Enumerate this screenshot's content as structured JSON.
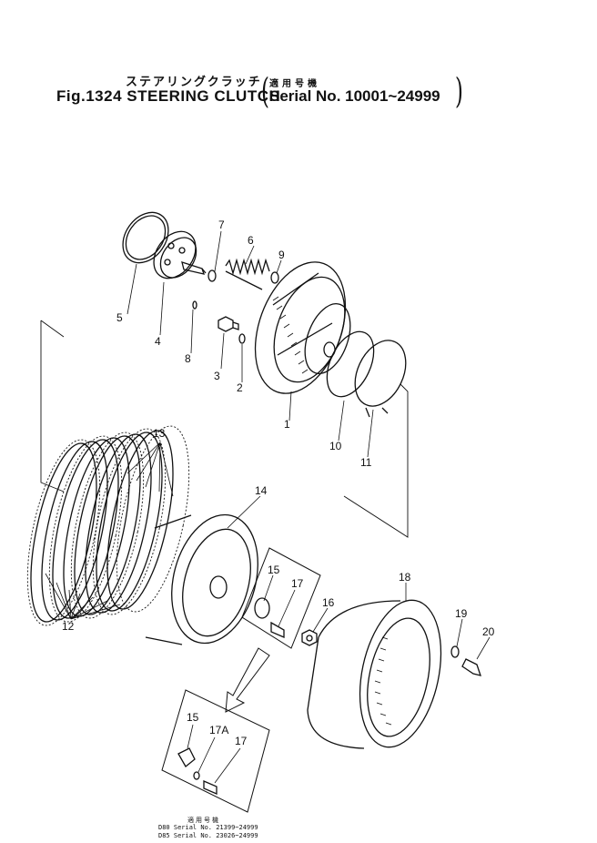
{
  "title": {
    "japanese": "ステアリングクラッチ",
    "japanese_serial": "適用号機",
    "english": "Fig.1324 STEERING CLUTCH",
    "serial": "Serial No. 10001~24999"
  },
  "callouts": [
    "1",
    "2",
    "3",
    "4",
    "5",
    "6",
    "7",
    "8",
    "9",
    "10",
    "11",
    "12",
    "13",
    "14",
    "15",
    "16",
    "17",
    "18",
    "19",
    "20"
  ],
  "inset_callouts": [
    "15",
    "17A",
    "17"
  ],
  "footnote": {
    "heading": "適用号機",
    "line1": "D80 Serial No. 21399~24999",
    "line2": "D85 Serial No. 23026~24999"
  }
}
